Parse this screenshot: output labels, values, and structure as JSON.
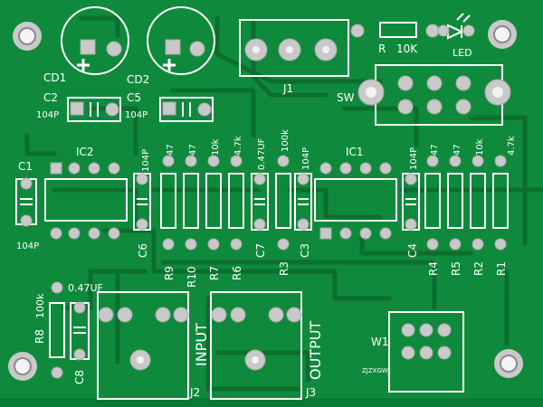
{
  "board": {
    "substrate_color": "#0f8a3c",
    "trace_color": "#0b6e2e",
    "pad_color": "#c9c9c9",
    "silk_color": "#ffffff"
  },
  "labels": {
    "cd1": "CD1",
    "cd2": "CD2",
    "c2": "C2",
    "c5": "C5",
    "c2_val": "104P",
    "c5_val": "104P",
    "j1": "J1",
    "r": "R",
    "r_val": "10K",
    "led": "LED",
    "sw": "SW",
    "ic2": "IC2",
    "ic1": "IC1",
    "c1": "C1",
    "c1_val": "104P",
    "c6": "C6",
    "c6_val": "104P",
    "r9": "R9",
    "r9_val": "47",
    "r10": "R10",
    "r10_val": "47",
    "r7": "R7",
    "r7_val": "10k",
    "r6": "R6",
    "r6_val": "4.7k",
    "c7": "C7",
    "c7_val": "0.47UF",
    "r3": "R3",
    "r3_val": "100k",
    "c3": "C3",
    "c3_val": "104P",
    "c4": "C4",
    "c4_val": "104P",
    "r4": "R4",
    "r4_val": "47",
    "r5": "R5",
    "r5_val": "47",
    "r2": "R2",
    "r2_val": "10k",
    "r1": "R1",
    "r1_val": "4.7k",
    "r8": "R8",
    "r8_val": "100k",
    "c8": "C8",
    "c8_val": "0.47UF",
    "input": "INPUT",
    "output": "OUTPUT",
    "j2": "J2",
    "j3": "J3",
    "w1": "W1",
    "maker": "ZJZXGWJ"
  }
}
